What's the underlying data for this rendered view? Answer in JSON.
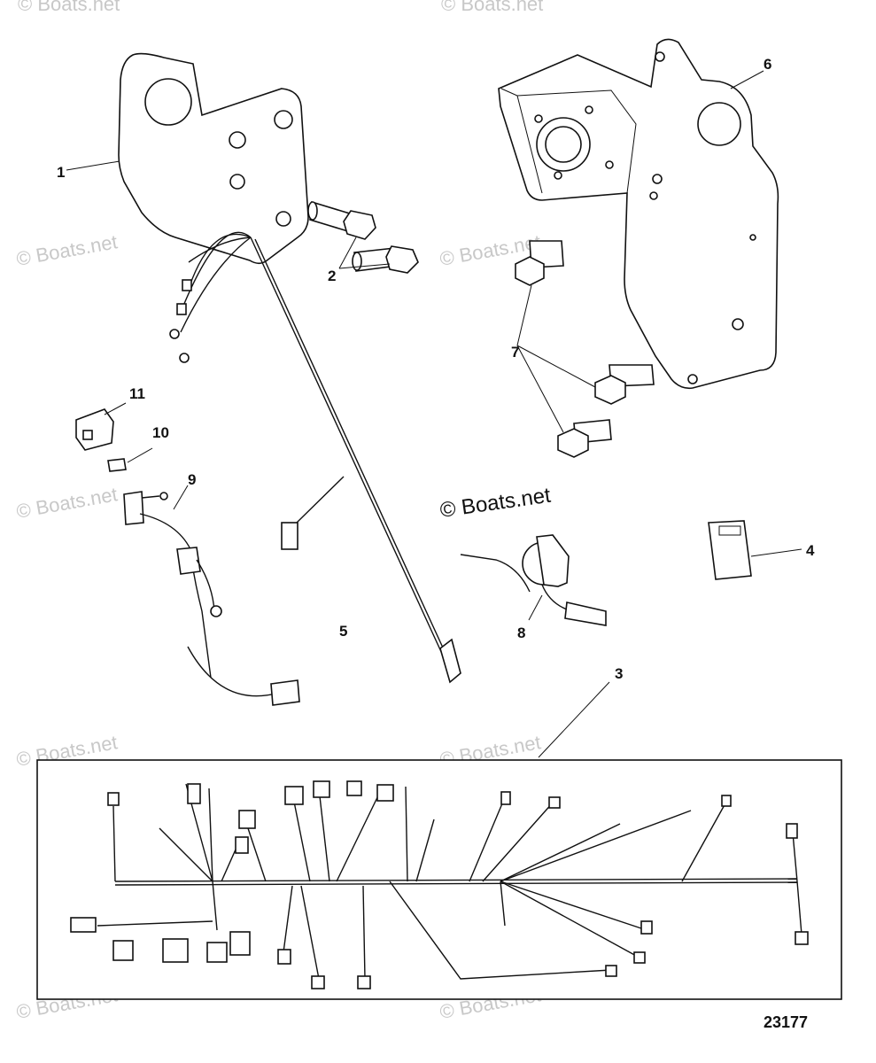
{
  "watermark": "© Boats.net",
  "figure_number": "23177",
  "callouts": [
    "1",
    "2",
    "3",
    "4",
    "5",
    "6",
    "7",
    "8",
    "9",
    "10",
    "11"
  ]
}
